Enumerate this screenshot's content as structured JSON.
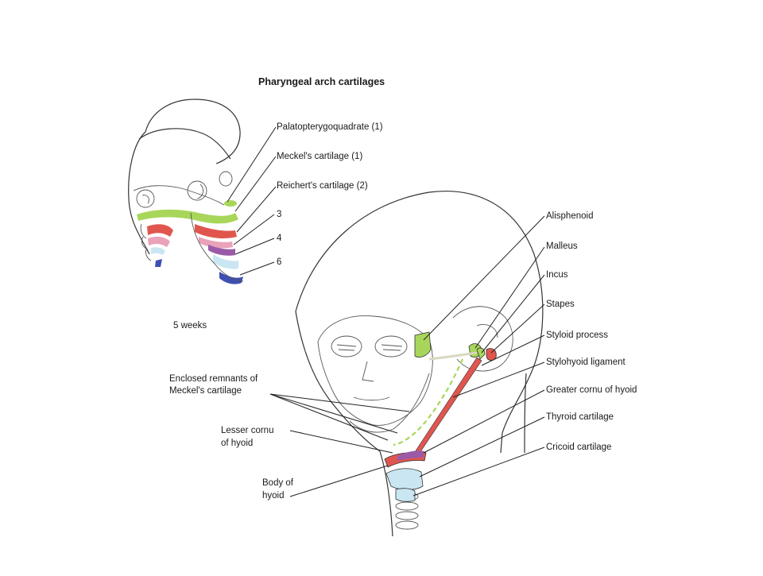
{
  "title": "Pharyngeal arch cartilages",
  "embryo": {
    "age_label": "5 weeks",
    "labels": {
      "palatopterygoquadrate": "Palatopterygoquadrate (1)",
      "meckels": "Meckel's cartilage (1)",
      "reicherts": "Reichert's cartilage (2)",
      "arch3": "3",
      "arch4": "4",
      "arch6": "6"
    }
  },
  "adult": {
    "right_labels": {
      "alisphenoid": "Alisphenoid",
      "malleus": "Malleus",
      "incus": "Incus",
      "stapes": "Stapes",
      "styloid": "Styloid process",
      "stylohyoid": "Stylohyoid ligament",
      "greater_cornu": "Greater cornu of hyoid",
      "thyroid": "Thyroid cartilage",
      "cricoid": "Cricoid cartilage"
    },
    "left_labels": {
      "enclosed_1": "Enclosed remnants of",
      "enclosed_2": "Meckel's cartilage",
      "lesser_1": "Lesser cornu",
      "lesser_2": "of hyoid",
      "body_1": "Body of",
      "body_2": "hyoid"
    }
  },
  "colors": {
    "arch1_green": "#a8d65a",
    "arch2_red": "#e0564e",
    "arch3_pink": "#e9a2b8",
    "arch4_purple": "#9a5aa8",
    "arch4_lightblue": "#c9e6f2",
    "arch6_blue": "#3f4fb0"
  }
}
